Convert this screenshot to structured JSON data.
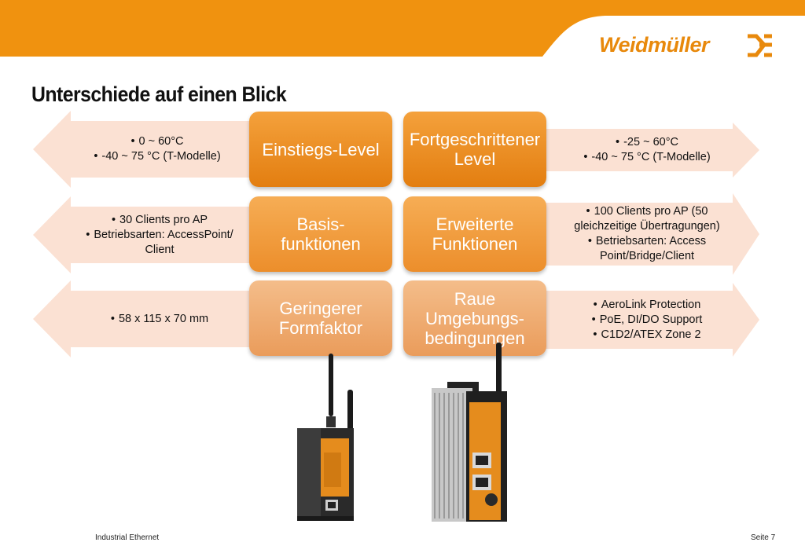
{
  "header": {
    "brand": "Weidmüller",
    "logo_icon": "weidmueller-logo-mark",
    "accent_color": "#f0920f"
  },
  "page_title": "Unterschiede auf einen Blick",
  "left_specs": [
    {
      "items": [
        "0 ~ 60°C",
        "-40 ~ 75 °C (T-Modelle)"
      ]
    },
    {
      "items": [
        "30 Clients pro AP",
        "Betriebsarten: AccessPoint/ Client"
      ]
    },
    {
      "items": [
        "58 x 115 x 70 mm"
      ]
    }
  ],
  "entry_level": [
    "Einstiegs-Level",
    "Basis-\nfunktionen",
    "Geringerer\nFormfaktor"
  ],
  "advanced_level": [
    "Fortgeschrittener\nLevel",
    "Erweiterte\nFunktionen",
    "Raue\nUmgebungs-\nbedingungen"
  ],
  "right_specs": [
    {
      "items": [
        "-25 ~ 60°C",
        "-40 ~ 75 °C (T-Modelle)"
      ]
    },
    {
      "items": [
        "100 Clients pro AP (50 gleichzeitige Übertragungen)",
        "Betriebsarten: Access Point/Bridge/Client"
      ]
    },
    {
      "items": [
        "AeroLink Protection",
        "PoE, DI/DO Support",
        "C1D2/ATEX Zone 2"
      ]
    }
  ],
  "colors": {
    "arrow_fill": "#fbe1d3",
    "box_orange": "#ec8a1e",
    "box_light": "#efa46a"
  },
  "footer": {
    "left": "Industrial Ethernet",
    "right": "Seite 7"
  }
}
